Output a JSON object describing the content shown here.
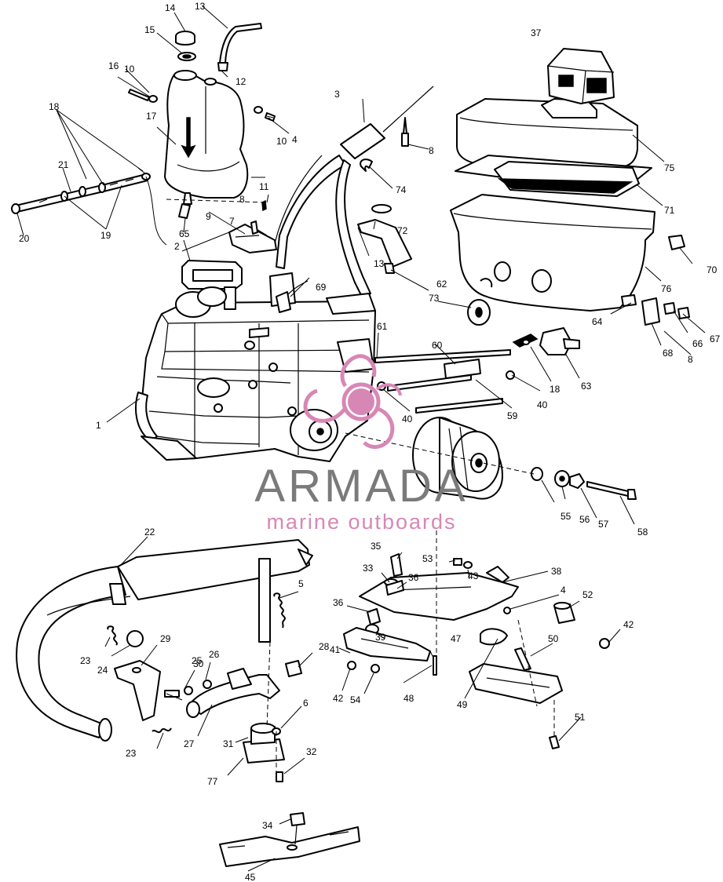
{
  "brand": {
    "name": "ARMADA",
    "tagline": "marine outboards",
    "logo_color": "#d787b6",
    "name_color": "#7a7a7a"
  },
  "diagram": {
    "line_color": "#000000",
    "callouts": [
      {
        "id": "c1",
        "label": "1"
      },
      {
        "id": "c2",
        "label": "2"
      },
      {
        "id": "c3",
        "label": "3"
      },
      {
        "id": "c4a",
        "label": "4"
      },
      {
        "id": "c4b",
        "label": "4"
      },
      {
        "id": "c5",
        "label": "5"
      },
      {
        "id": "c6",
        "label": "6"
      },
      {
        "id": "c7",
        "label": "7"
      },
      {
        "id": "c8a",
        "label": "8"
      },
      {
        "id": "c8b",
        "label": "8"
      },
      {
        "id": "c8c",
        "label": "8"
      },
      {
        "id": "c9",
        "label": "9"
      },
      {
        "id": "c10a",
        "label": "10"
      },
      {
        "id": "c10b",
        "label": "10"
      },
      {
        "id": "c11",
        "label": "11"
      },
      {
        "id": "c12",
        "label": "12"
      },
      {
        "id": "c13a",
        "label": "13"
      },
      {
        "id": "c13b",
        "label": "13"
      },
      {
        "id": "c14",
        "label": "14"
      },
      {
        "id": "c15",
        "label": "15"
      },
      {
        "id": "c16",
        "label": "16"
      },
      {
        "id": "c17",
        "label": "17"
      },
      {
        "id": "c18a",
        "label": "18"
      },
      {
        "id": "c18b",
        "label": "18"
      },
      {
        "id": "c19",
        "label": "19"
      },
      {
        "id": "c20",
        "label": "20"
      },
      {
        "id": "c21",
        "label": "21"
      },
      {
        "id": "c22",
        "label": "22"
      },
      {
        "id": "c23a",
        "label": "23"
      },
      {
        "id": "c23b",
        "label": "23"
      },
      {
        "id": "c24",
        "label": "24"
      },
      {
        "id": "c25",
        "label": "25"
      },
      {
        "id": "c26",
        "label": "26"
      },
      {
        "id": "c27",
        "label": "27"
      },
      {
        "id": "c28",
        "label": "28"
      },
      {
        "id": "c29",
        "label": "29"
      },
      {
        "id": "c30",
        "label": "30"
      },
      {
        "id": "c31",
        "label": "31"
      },
      {
        "id": "c32",
        "label": "32"
      },
      {
        "id": "c33",
        "label": "33"
      },
      {
        "id": "c34",
        "label": "34"
      },
      {
        "id": "c35",
        "label": "35"
      },
      {
        "id": "c36a",
        "label": "36"
      },
      {
        "id": "c36b",
        "label": "36"
      },
      {
        "id": "c37",
        "label": "37"
      },
      {
        "id": "c38",
        "label": "38"
      },
      {
        "id": "c39",
        "label": "39"
      },
      {
        "id": "c40a",
        "label": "40"
      },
      {
        "id": "c40b",
        "label": "40"
      },
      {
        "id": "c41",
        "label": "41"
      },
      {
        "id": "c42a",
        "label": "42"
      },
      {
        "id": "c42b",
        "label": "42"
      },
      {
        "id": "c43",
        "label": "43"
      },
      {
        "id": "c45",
        "label": "45"
      },
      {
        "id": "c47",
        "label": "47"
      },
      {
        "id": "c48",
        "label": "48"
      },
      {
        "id": "c49",
        "label": "49"
      },
      {
        "id": "c50",
        "label": "50"
      },
      {
        "id": "c51",
        "label": "51"
      },
      {
        "id": "c52",
        "label": "52"
      },
      {
        "id": "c53",
        "label": "53"
      },
      {
        "id": "c54",
        "label": "54"
      },
      {
        "id": "c55",
        "label": "55"
      },
      {
        "id": "c56",
        "label": "56"
      },
      {
        "id": "c57",
        "label": "57"
      },
      {
        "id": "c58",
        "label": "58"
      },
      {
        "id": "c59",
        "label": "59"
      },
      {
        "id": "c60",
        "label": "60"
      },
      {
        "id": "c61",
        "label": "61"
      },
      {
        "id": "c62",
        "label": "62"
      },
      {
        "id": "c63",
        "label": "63"
      },
      {
        "id": "c64",
        "label": "64"
      },
      {
        "id": "c65",
        "label": "65"
      },
      {
        "id": "c66",
        "label": "66"
      },
      {
        "id": "c67",
        "label": "67"
      },
      {
        "id": "c68",
        "label": "68"
      },
      {
        "id": "c69",
        "label": "69"
      },
      {
        "id": "c70",
        "label": "70"
      },
      {
        "id": "c71",
        "label": "71"
      },
      {
        "id": "c72",
        "label": "72"
      },
      {
        "id": "c73",
        "label": "73"
      },
      {
        "id": "c74",
        "label": "74"
      },
      {
        "id": "c75",
        "label": "75"
      },
      {
        "id": "c76",
        "label": "76"
      },
      {
        "id": "c77",
        "label": "77"
      }
    ]
  }
}
